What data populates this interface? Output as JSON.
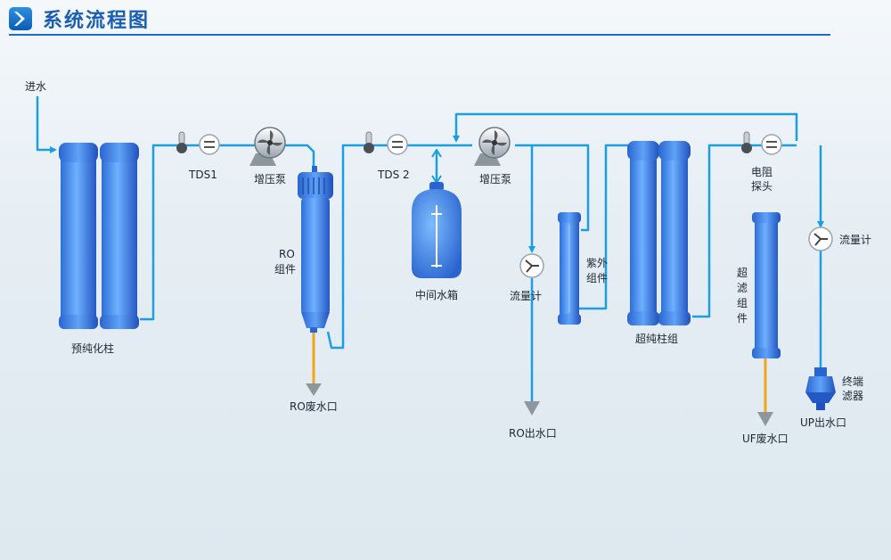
{
  "header": {
    "title": "系统流程图"
  },
  "labels": {
    "inlet": "进水",
    "pretreat_column": "预纯化柱",
    "tds1": "TDS1",
    "booster_pump_1": "增压泵",
    "ro_line1": "RO",
    "ro_line2": "组件",
    "ro_waste": "RO废水口",
    "tds2": "TDS 2",
    "tank": "中间水箱",
    "booster_pump_2": "增压泵",
    "flowmeter_1": "流量计",
    "ro_outlet": "RO出水口",
    "uv_line1": "紫外",
    "uv_line2": "组件",
    "ultra_column_group": "超纯柱组",
    "resistivity_line1": "电阻",
    "resistivity_line2": "探头",
    "uf_col1": "超",
    "uf_col2": "滤",
    "uf_col3": "组",
    "uf_col4": "件",
    "uf_waste": "UF废水口",
    "flowmeter_2": "流量计",
    "terminal_line1": "终端",
    "terminal_line2": "滤器",
    "up_outlet": "UP出水口"
  },
  "colors": {
    "pipe": "#1c9ee0",
    "waste_pipe": "#f2a51a",
    "equipment": "#3f83e3",
    "title": "#1a5fae"
  }
}
